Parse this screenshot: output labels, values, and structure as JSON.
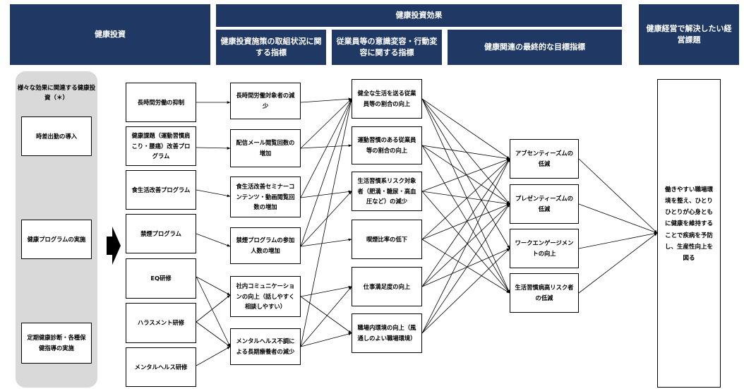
{
  "header": {
    "left": "健康投資",
    "effects": "健康投資効果",
    "sub1": "健康投資施策の取組状況に関する指標",
    "sub2": "従業員等の意識変容・行動変容に関する指標",
    "sub3": "健康関連の最終的な目標指標",
    "right": "健康経営で解決したい経営課題"
  },
  "sidebar": {
    "title": "様々な効果に関連する健康投資（＊）",
    "items": [
      "時差出勤の導入",
      "健康プログラムの実施",
      "定期健康診断・各種保健指導の実施"
    ]
  },
  "programs": [
    "長時間労働の抑制",
    "健康課題（運動習慣肩こり・腰痛）改善プログラム",
    "食生活改善プログラム",
    "禁煙プログラム",
    "EQ研修",
    "ハラスメント研修",
    "メンタルヘルス研修"
  ],
  "indicators": [
    "長時間労働対象者の減少",
    "配信メール閲覧回数の増加",
    "食生活改善セミナーコンテンツ・動画閲覧回数の増加",
    "禁煙プログラムの参加人数の増加",
    "社内コミュニケーションの向上（話しやすく相談しやすい）",
    "メンタルヘルス不調による長期療養者の減少"
  ],
  "behaviors": [
    "健全な生活を送る従業員等の割合の向上",
    "運動習慣のある従業員等の割合の向上",
    "生活習慣系リスク対象者（肥満・糖尿・高血圧など）の減少",
    "喫煙比率の低下",
    "仕事満足度の向上",
    "職場内環境の向上（風通しのよい職場環境）"
  ],
  "outcomes": [
    "アブセンティーズムの低減",
    "プレゼンティーズムの低減",
    "ワークエンゲージメントの向上",
    "生活習慣病高リスク者の低減"
  ],
  "goal": "働きやすい職場環境を整え、ひとりひとりが心身ともに健康を維持することで疾病を予防し、生産性向上を図る"
}
